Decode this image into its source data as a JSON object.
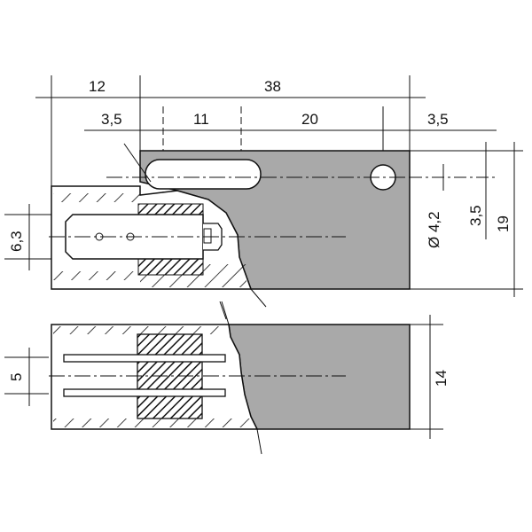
{
  "dimensions": {
    "top_12": "12",
    "top_38": "38",
    "sub_3_5_left": "3,5",
    "sub_11": "11",
    "sub_20": "20",
    "sub_3_5_right": "3,5",
    "hole_diameter": "Ø 4,2",
    "hole_offset": "3,5",
    "plate_height": "19",
    "tab_width": "6,3",
    "pin_spacing": "5",
    "side_height": "14"
  },
  "colors": {
    "plate": "#a9a9a9",
    "line": "#111111"
  }
}
